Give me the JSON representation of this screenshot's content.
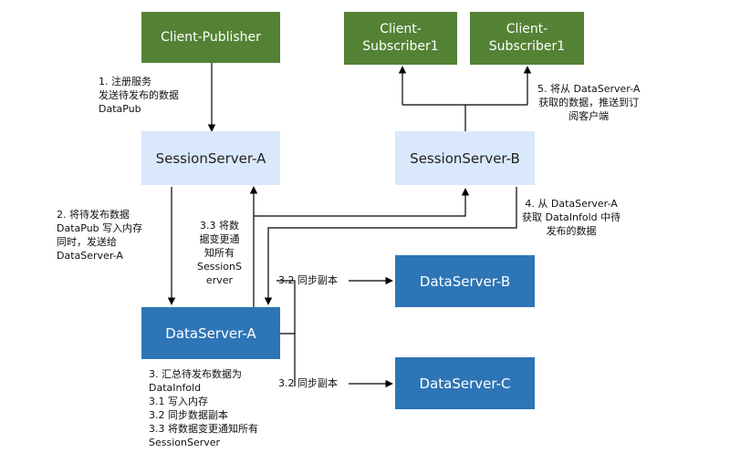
{
  "colors": {
    "green": "#548235",
    "light_blue": "#dae8fc",
    "dark_blue": "#2e75b6",
    "line": "#000000"
  },
  "nodes": {
    "client_publisher": "Client-Publisher",
    "client_subscriber_1": "Client-\nSubscriber1",
    "client_subscriber_2": "Client-\nSubscriber1",
    "session_a": "SessionServer-A",
    "session_b": "SessionServer-B",
    "data_a": "DataServer-A",
    "data_b": "DataServer-B",
    "data_c": "DataServer-C"
  },
  "labels": {
    "step1": "1. 注册服务\n发送待发布的数据\nDataPub",
    "step2": "2. 将待发布数据\nDataPub 写入内存\n同时，发送给\nDataServer-A",
    "step3": "3. 汇总待发布数据为\nDataInfold\n3.1 写入内存\n3.2 同步数据副本\n3.3 将数据变更通知所有\nSessionServer",
    "step33": "3.3 将数\n据变更通\n知所有\nSessionS\nerver",
    "step32_b": "3.2 同步副本",
    "step32_c": "3.2 同步副本",
    "step4": "4. 从 DataServer-A\n获取 DataInfold 中待\n发布的数据",
    "step5": "5. 将从 DataServer-A\n获取的数据，推送到订\n阅客户端"
  }
}
